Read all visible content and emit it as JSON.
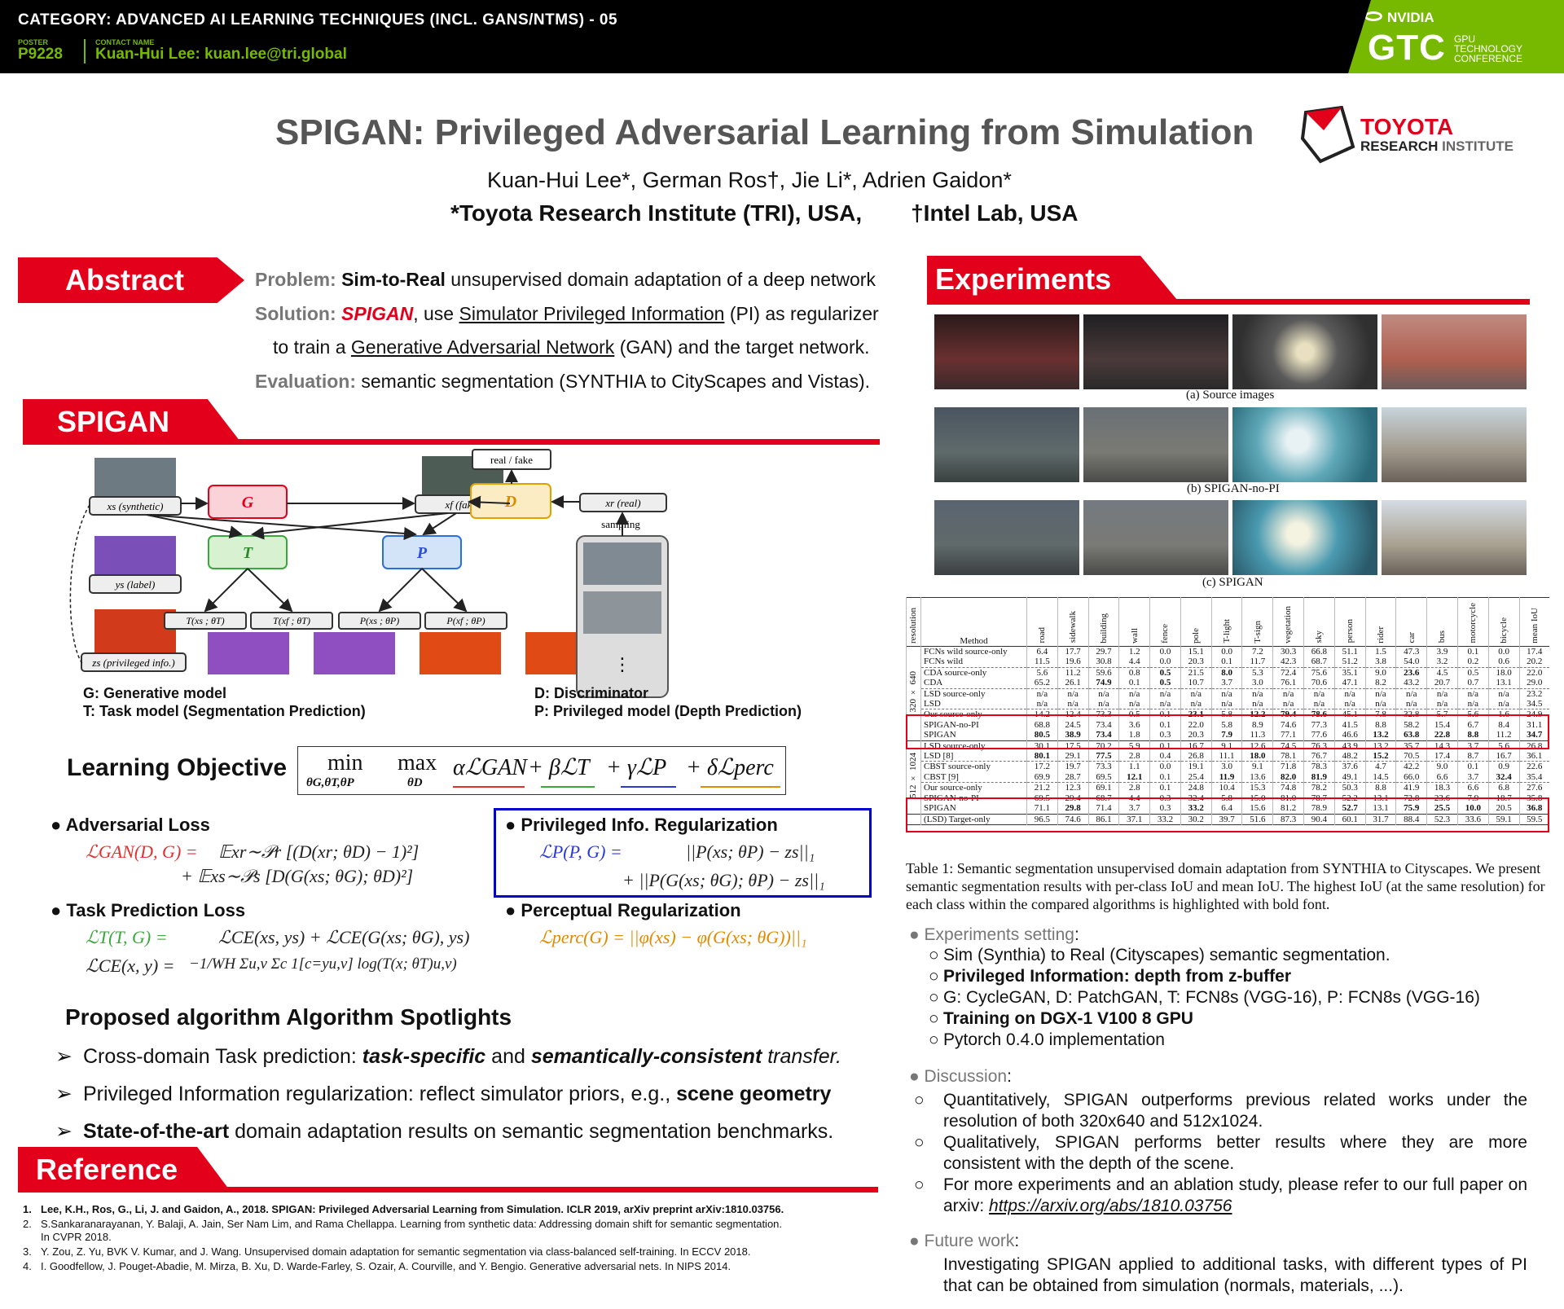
{
  "header": {
    "category": "CATEGORY: ADVANCED AI LEARNING TECHNIQUES (INCL. GANS/NTMS) - 05",
    "poster_label": "POSTER",
    "poster_id": "P9228",
    "contact_label": "CONTACT NAME",
    "contact": "Kuan-Hui Lee: kuan.lee@tri.global",
    "nvidia": "NVIDIA",
    "gtc": "GTC",
    "gtc_sub1": "GPU",
    "gtc_sub2": "TECHNOLOGY",
    "gtc_sub3": "CONFERENCE",
    "brand_green": "#76b900"
  },
  "title": "SPIGAN: Privileged Adversarial Learning from Simulation",
  "authors": "Kuan-Hui Lee*, German Ros†, Jie Li*, Adrien Gaidon*",
  "affiliations": {
    "a1": "*Toyota Research Institute (TRI), USA,",
    "a2": "†Intel Lab, USA"
  },
  "toyota": {
    "name": "TOYOTA",
    "sub1": "RESEARCH",
    "sub2": " INSTITUTE",
    "color": "#e3001b"
  },
  "abstract": {
    "heading": "Abstract",
    "problem_label": "Problem",
    "problem_bold": "Sim-to-Real",
    "problem_rest": " unsupervised domain adaptation of a deep network",
    "solution_label": "Solution",
    "solution_name": "SPIGAN",
    "solution_mid": ", use ",
    "solution_link": "Simulator Privileged Information",
    "solution_rest": " (PI) as regularizer",
    "solution2_pre": "to train a ",
    "solution2_link": "Generative Adversarial Network",
    "solution2_rest": " (GAN) and the target network.",
    "evaluation_label": "Evaluation",
    "evaluation_rest": " semantic segmentation (SYNTHIA to CityScapes and Vistas)."
  },
  "spigan": {
    "heading": "SPIGAN",
    "nodes": {
      "xs": "xs (synthetic)",
      "ys": "ys (label)",
      "zs": "zs (privileged info.)",
      "xf": "xf (fake)",
      "xr": "xr (real)",
      "realfake": "real / fake",
      "sampling": "sampling",
      "G": "G",
      "T": "T",
      "P": "P",
      "D": "D",
      "t1": "T(xs ; θT)",
      "t2": "T(xf ; θT)",
      "p1": "P(xs ; θP)",
      "p2": "P(xf ; θP)",
      "dots": "⋮"
    },
    "legend": {
      "g": "G: Generative model",
      "t": "T: Task model (Segmentation Prediction)",
      "d": "D: Discriminator",
      "p": "P: Privileged model (Depth Prediction)"
    }
  },
  "objective": {
    "label": "Learning Objective",
    "min": "min",
    "min_sub": "θG,θT,θP",
    "max": "max",
    "max_sub": "θD",
    "t_gan": "αℒGAN",
    "t_t": "+ βℒT",
    "t_p": "+ γℒP",
    "t_perc": "+ δℒperc"
  },
  "losses": {
    "adv_head": "Adversarial Loss",
    "adv_l1": "ℒGAN(D, G) =",
    "adv_r1": "𝔼xr∼𝒫r [(D(xr; θD) − 1)²]",
    "adv_r2": "+   𝔼xs∼𝒫s [D(G(xs; θG); θD)²]",
    "task_head": "Task Prediction Loss",
    "task_l1": "ℒT(T, G) =",
    "task_r1": "ℒCE(xs, ys) + ℒCE(G(xs; θG), ys)",
    "task_l2": "ℒCE(x, y) =",
    "task_r2": "−1/WH Σu,v Σc 1[c=yu,v] log(T(x; θT)u,v)",
    "pi_head": "Privileged Info. Regularization",
    "pi_l1": "ℒP(P, G) =",
    "pi_r1": "||P(xs; θP) − zs||₁",
    "pi_r2": "+   ||P(G(xs; θG); θP) − zs||₁",
    "perc_head": "Perceptual Regularization",
    "perc_l1": "ℒperc(G) = ||φ(xs) − φ(G(xs; θG))||₁"
  },
  "spotlights": {
    "title": "Proposed algorithm Algorithm Spotlights",
    "arrow": "➢",
    "s1_pre": "Cross-domain Task prediction: ",
    "s1_b1": "task-specific",
    "s1_mid": " and ",
    "s1_b2": "semantically-consistent",
    "s1_rest": " transfer.",
    "s2_pre": "Privileged Information regularization: reflect simulator priors, e.g., ",
    "s2_b": "scene geometry",
    "s3_b": "State-of-the-art",
    "s3_rest": " domain adaptation results on semantic segmentation benchmarks."
  },
  "reference": {
    "heading": "Reference",
    "r1": "Lee, K.H., Ros, G., Li, J. and Gaidon, A., 2018. SPIGAN: Privileged Adversarial Learning from Simulation. ICLR 2019, arXiv preprint arXiv:1810.03756.",
    "r2": "S.Sankaranarayanan, Y. Balaji, A. Jain, Ser Nam Lim, and Rama Chellappa. Learning from synthetic data: Addressing domain shift for semantic segmentation.",
    "r2b": "In CVPR 2018.",
    "r3": "Y. Zou, Z. Yu, BVK V. Kumar, and J. Wang. Unsupervised domain adaptation for semantic segmentation via class-balanced self-training. In ECCV 2018.",
    "r4": "I. Goodfellow, J. Pouget-Abadie, M. Mirza, B. Xu, D. Warde-Farley, S. Ozair, A. Courville, and Y. Bengio. Generative adversarial nets. In NIPS 2014."
  },
  "experiments": {
    "heading": "Experiments",
    "cap_a": "(a) Source images",
    "cap_b": "(b) SPIGAN-no-PI",
    "cap_c": "(c) SPIGAN",
    "table_caption": "Table 1: Semantic segmentation unsupervised domain adaptation from SYNTHIA to Cityscapes. We present semantic segmentation results with per-class IoU and mean IoU. The highest IoU (at the same resolution) for each class within the compared algorithms is highlighted with bold font.",
    "setting_label": "Experiments setting",
    "setting_items": [
      "Sim (Synthia) to Real (Cityscapes) semantic segmentation.",
      "Privileged Information: depth from z-buffer",
      "G: CycleGAN,  D: PatchGAN, T: FCN8s (VGG-16), P: FCN8s (VGG-16)",
      "Training on DGX-1 V100 8 GPU",
      "Pytorch 0.4.0 implementation"
    ],
    "discussion_label": "Discussion",
    "discussion_items": [
      "Quantitatively, SPIGAN outperforms previous related works under the resolution of both 320x640 and 512x1024.",
      "Qualitatively, SPIGAN performs better results where they are more consistent with the depth of the scene.",
      "For more experiments and an ablation study, please refer to our full paper on arxiv: "
    ],
    "arxiv_link": "https://arxiv.org/abs/1810.03756",
    "future_label": "Future work",
    "future_text": "Investigating SPIGAN applied to additional tasks, with different types of PI that can be obtained from simulation (normals, materials, ...)."
  },
  "table": {
    "header_resolution": "resolution",
    "header_method": "Method",
    "columns": [
      "road",
      "sidewalk",
      "building",
      "wall",
      "fence",
      "pole",
      "T-light",
      "T-sign",
      "vegetation",
      "sky",
      "person",
      "rider",
      "car",
      "bus",
      "motorcycle",
      "bicycle",
      "mean IoU"
    ],
    "res1": "320 × 640",
    "res2": "512 × 1024",
    "rows": [
      {
        "m": "FCNs wild source-only",
        "v": [
          "6.4",
          "17.7",
          "29.7",
          "1.2",
          "0.0",
          "15.1",
          "0.0",
          "7.2",
          "30.3",
          "66.8",
          "51.1",
          "1.5",
          "47.3",
          "3.9",
          "0.1",
          "0.0",
          "17.4"
        ]
      },
      {
        "m": "FCNs wild",
        "v": [
          "11.5",
          "19.6",
          "30.8",
          "4.4",
          "0.0",
          "20.3",
          "0.1",
          "11.7",
          "42.3",
          "68.7",
          "51.2",
          "3.8",
          "54.0",
          "3.2",
          "0.2",
          "0.6",
          "20.2"
        ]
      },
      {
        "m": "CDA source-only",
        "v": [
          "5.6",
          "11.2",
          "59.6",
          "0.8",
          "0.5",
          "21.5",
          "8.0",
          "5.3",
          "72.4",
          "75.6",
          "35.1",
          "9.0",
          "23.6",
          "4.5",
          "0.5",
          "18.0",
          "22.0"
        ]
      },
      {
        "m": "CDA",
        "v": [
          "65.2",
          "26.1",
          "74.9",
          "0.1",
          "0.5",
          "10.7",
          "3.7",
          "3.0",
          "76.1",
          "70.6",
          "47.1",
          "8.2",
          "43.2",
          "20.7",
          "0.7",
          "13.1",
          "29.0"
        ]
      },
      {
        "m": "LSD source-only",
        "v": [
          "n/a",
          "n/a",
          "n/a",
          "n/a",
          "n/a",
          "n/a",
          "n/a",
          "n/a",
          "n/a",
          "n/a",
          "n/a",
          "n/a",
          "n/a",
          "n/a",
          "n/a",
          "n/a",
          "23.2"
        ]
      },
      {
        "m": "LSD",
        "v": [
          "n/a",
          "n/a",
          "n/a",
          "n/a",
          "n/a",
          "n/a",
          "n/a",
          "n/a",
          "n/a",
          "n/a",
          "n/a",
          "n/a",
          "n/a",
          "n/a",
          "n/a",
          "n/a",
          "34.5"
        ]
      },
      {
        "m": "Our source-only",
        "v": [
          "14.2",
          "12.4",
          "73.3",
          "0.5",
          "0.1",
          "23.1",
          "5.8",
          "12.2",
          "79.4",
          "78.6",
          "45.1",
          "7.8",
          "32.8",
          "5.7",
          "5.6",
          "1.6",
          "24.9"
        ]
      },
      {
        "m": "SPIGAN-no-PI",
        "v": [
          "68.8",
          "24.5",
          "73.4",
          "3.6",
          "0.1",
          "22.0",
          "5.8",
          "8.9",
          "74.6",
          "77.3",
          "41.5",
          "8.8",
          "58.2",
          "15.4",
          "6.7",
          "8.4",
          "31.1"
        ]
      },
      {
        "m": "SPIGAN",
        "v": [
          "80.5",
          "38.9",
          "73.4",
          "1.8",
          "0.3",
          "20.3",
          "7.9",
          "11.3",
          "77.1",
          "77.6",
          "46.6",
          "13.2",
          "63.8",
          "22.8",
          "8.8",
          "11.2",
          "34.7"
        ]
      },
      {
        "m": "LSD source-only",
        "v": [
          "30.1",
          "17.5",
          "70.2",
          "5.9",
          "0.1",
          "16.7",
          "9.1",
          "12.6",
          "74.5",
          "76.3",
          "43.9",
          "13.2",
          "35.7",
          "14.3",
          "3.7",
          "5.6",
          "26.8"
        ]
      },
      {
        "m": "LSD [8]",
        "v": [
          "80.1",
          "29.1",
          "77.5",
          "2.8",
          "0.4",
          "26.8",
          "11.1",
          "18.0",
          "78.1",
          "76.7",
          "48.2",
          "15.2",
          "70.5",
          "17.4",
          "8.7",
          "16.7",
          "36.1"
        ]
      },
      {
        "m": "CBST source-only",
        "v": [
          "17.2",
          "19.7",
          "73.3",
          "1.1",
          "0.0",
          "19.1",
          "3.0",
          "9.1",
          "71.8",
          "78.3",
          "37.6",
          "4.7",
          "42.2",
          "9.0",
          "0.1",
          "0.9",
          "22.6"
        ]
      },
      {
        "m": "CBST [9]",
        "v": [
          "69.9",
          "28.7",
          "69.5",
          "12.1",
          "0.1",
          "25.4",
          "11.9",
          "13.6",
          "82.0",
          "81.9",
          "49.1",
          "14.5",
          "66.0",
          "6.6",
          "3.7",
          "32.4",
          "35.4"
        ]
      },
      {
        "m": "Our source-only",
        "v": [
          "21.2",
          "12.3",
          "69.1",
          "2.8",
          "0.1",
          "24.8",
          "10.4",
          "15.3",
          "74.8",
          "78.2",
          "50.3",
          "8.8",
          "41.9",
          "18.3",
          "6.6",
          "6.8",
          "27.6"
        ]
      },
      {
        "m": "SPIGAN-no-PI",
        "v": [
          "69.5",
          "29.4",
          "68.7",
          "4.4",
          "0.3",
          "32.4",
          "5.8",
          "15.0",
          "81.0",
          "78.7",
          "52.2",
          "13.1",
          "72.8",
          "23.6",
          "7.9",
          "18.7",
          "35.8"
        ]
      },
      {
        "m": "SPIGAN",
        "v": [
          "71.1",
          "29.8",
          "71.4",
          "3.7",
          "0.3",
          "33.2",
          "6.4",
          "15.6",
          "81.2",
          "78.9",
          "52.7",
          "13.1",
          "75.9",
          "25.5",
          "10.0",
          "20.5",
          "36.8"
        ]
      },
      {
        "m": "(LSD) Target-only",
        "v": [
          "96.5",
          "74.6",
          "86.1",
          "37.1",
          "33.2",
          "30.2",
          "39.7",
          "51.6",
          "87.3",
          "90.4",
          "60.1",
          "31.7",
          "88.4",
          "52.3",
          "33.6",
          "59.1",
          "59.5"
        ]
      }
    ]
  },
  "colors": {
    "red": "#e3001b",
    "blue_box": "#0000cc",
    "gan_red": "#e03030",
    "task_green": "#3aa83a",
    "pi_blue": "#2b39d8",
    "perc_orange": "#e08a00"
  }
}
